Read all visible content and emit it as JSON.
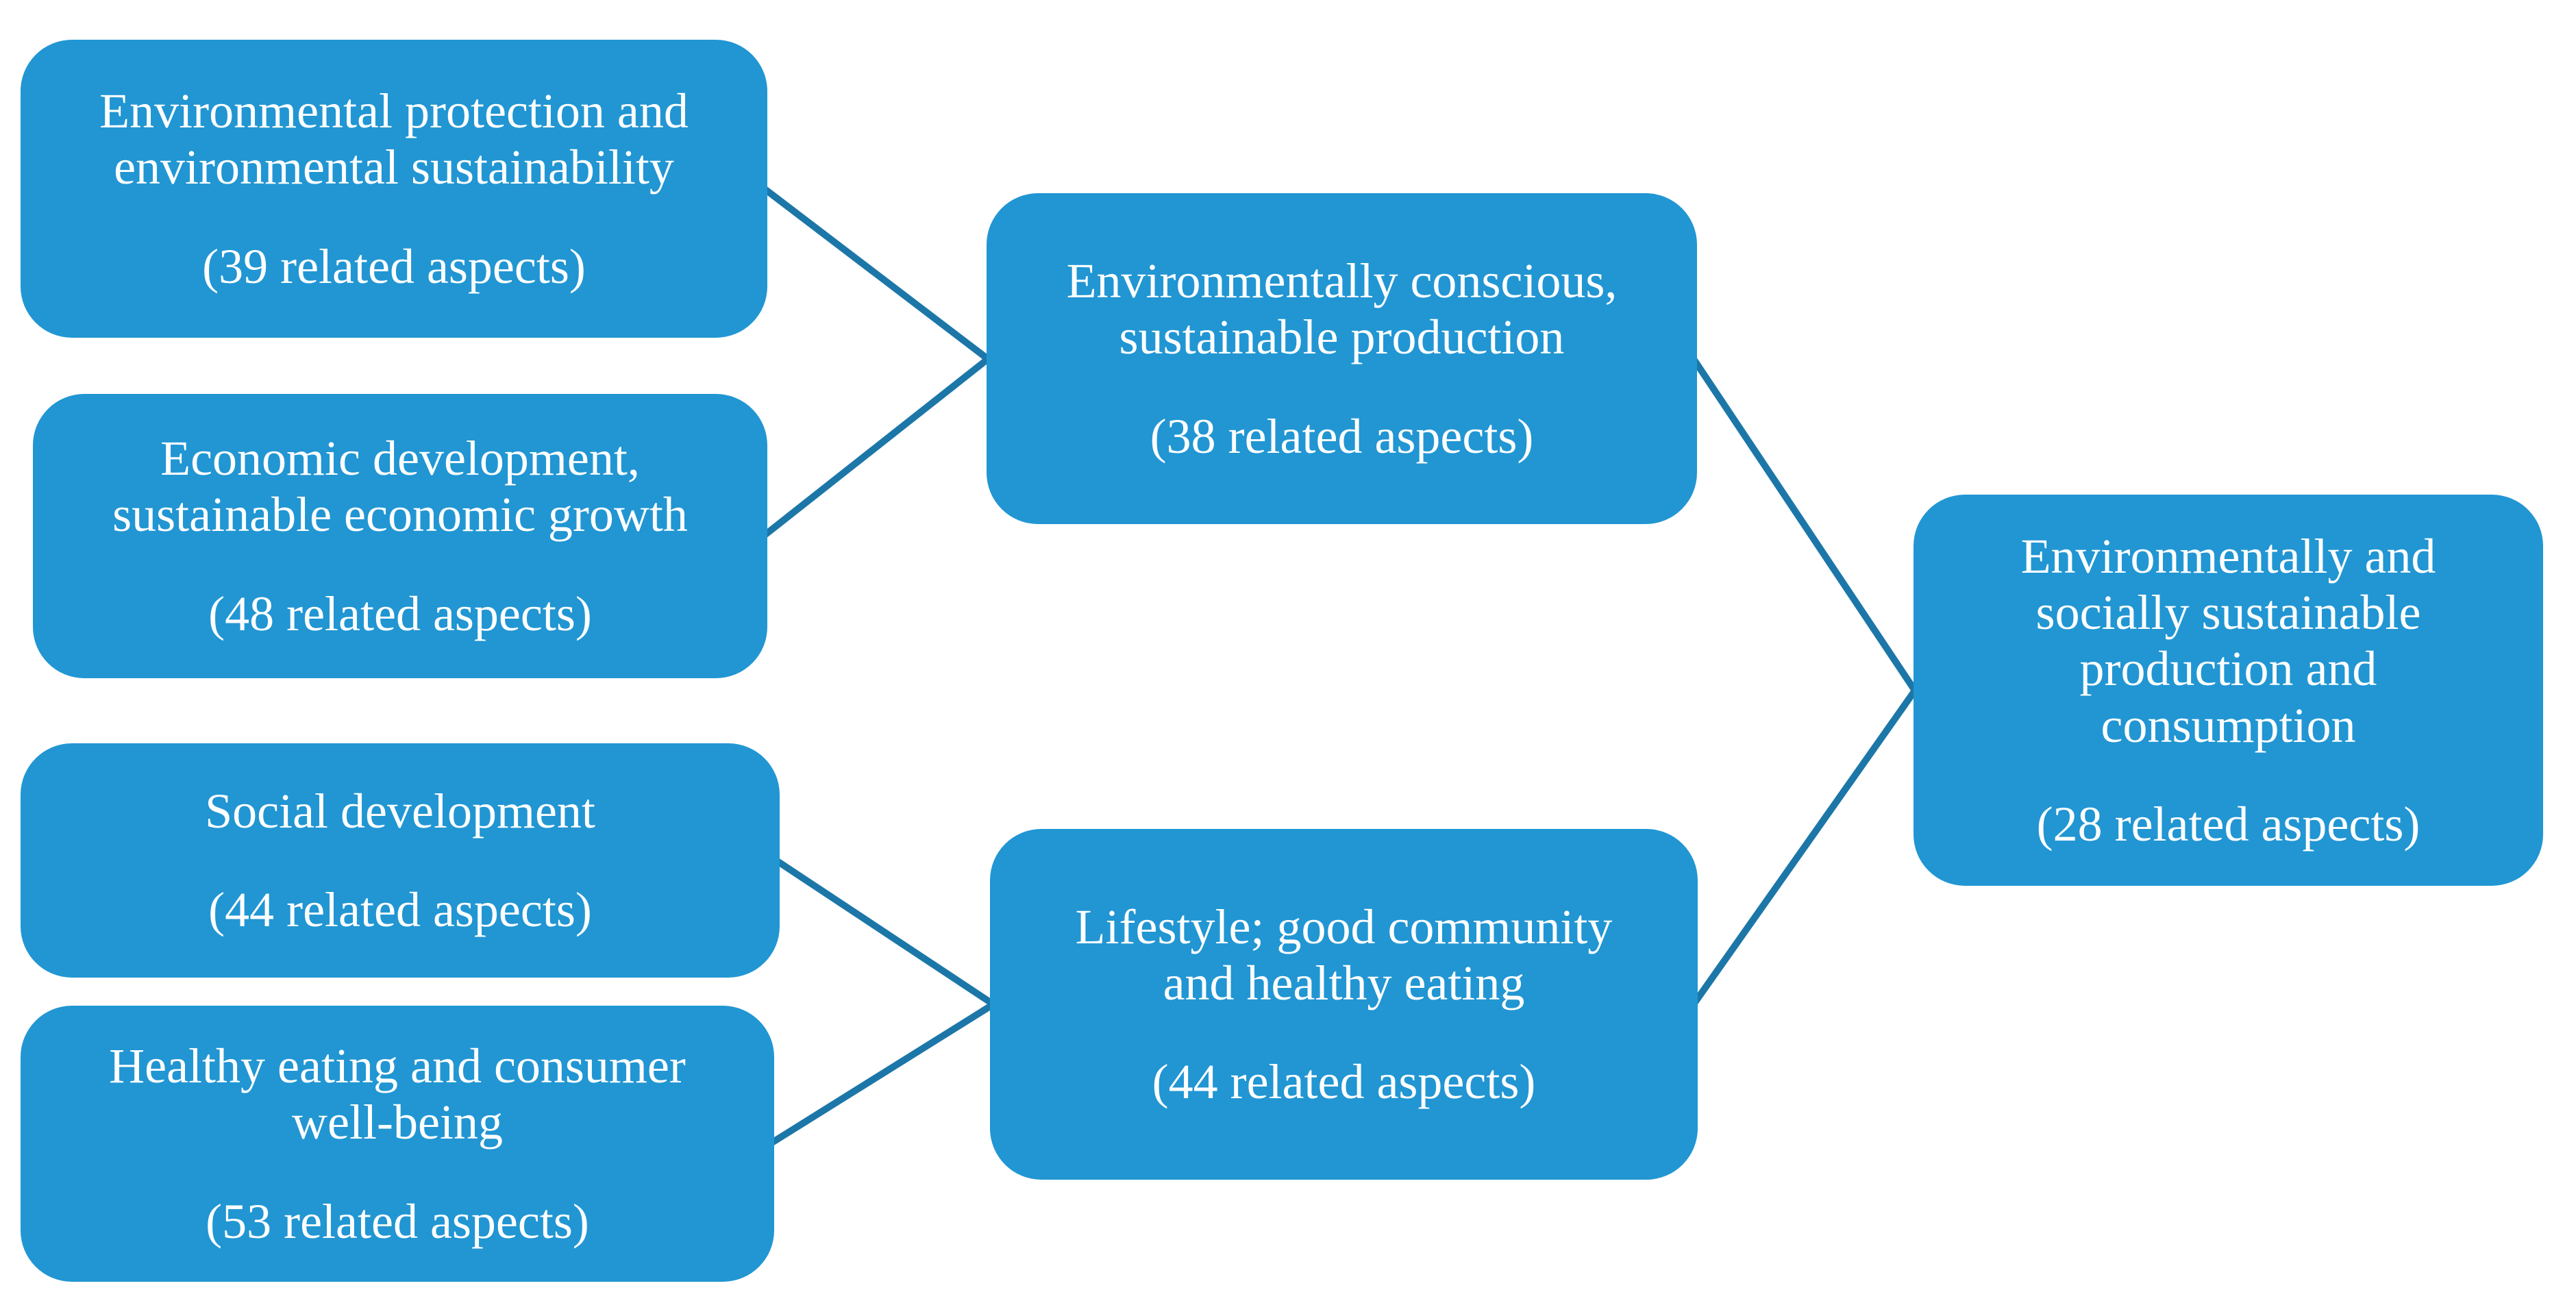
{
  "diagram": {
    "type": "merge-flowchart",
    "colors": {
      "node_fill": "#2196d3",
      "connector": "#1c77a8",
      "text": "#ffffff",
      "background": "#ffffff"
    },
    "nodes": {
      "env_protection": {
        "title": "Environmental protection and\nenvironmental sustainability",
        "aspects": "(39 related aspects)"
      },
      "economic": {
        "title": "Economic development,\nsustainable economic growth",
        "aspects": "(48 related aspects)"
      },
      "social": {
        "title": "Social development",
        "aspects": "(44 related aspects)"
      },
      "healthy_eating": {
        "title": "Healthy eating and consumer\nwell-being",
        "aspects": "(53 related aspects)"
      },
      "sustainable_production": {
        "title": "Environmentally conscious,\nsustainable production",
        "aspects": "(38 related aspects)"
      },
      "lifestyle": {
        "title": "Lifestyle; good community\nand healthy eating",
        "aspects": "(44 related aspects)"
      },
      "final": {
        "title": "Environmentally and\nsocially sustainable\nproduction and\nconsumption",
        "aspects": "(28 related aspects)"
      }
    },
    "edges": [
      {
        "from": "env_protection",
        "to": "sustainable_production"
      },
      {
        "from": "economic",
        "to": "sustainable_production"
      },
      {
        "from": "social",
        "to": "lifestyle"
      },
      {
        "from": "healthy_eating",
        "to": "lifestyle"
      },
      {
        "from": "sustainable_production",
        "to": "final"
      },
      {
        "from": "lifestyle",
        "to": "final"
      }
    ]
  }
}
